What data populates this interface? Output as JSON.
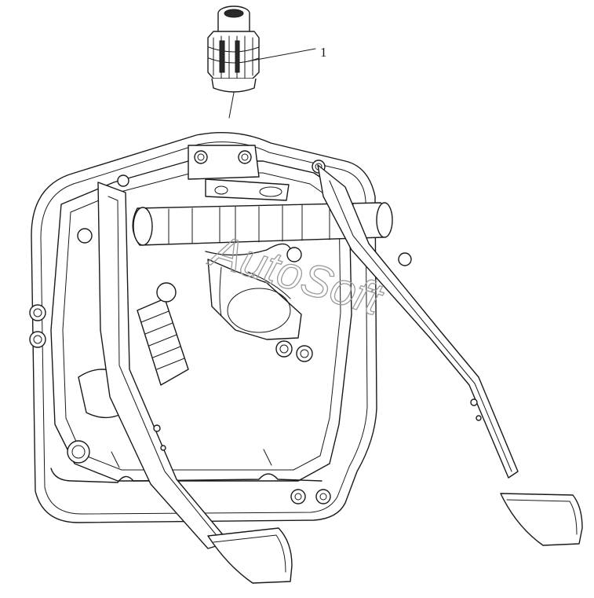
{
  "callouts": [
    {
      "number": "1"
    }
  ],
  "watermark": {
    "text": "AutoSoft"
  },
  "icons": [
    "pedal-bracket-assembly",
    "pedal-switch"
  ],
  "colors": {
    "line": "#1a1a1a",
    "background": "#ffffff",
    "watermark": "#9a9a9a"
  }
}
